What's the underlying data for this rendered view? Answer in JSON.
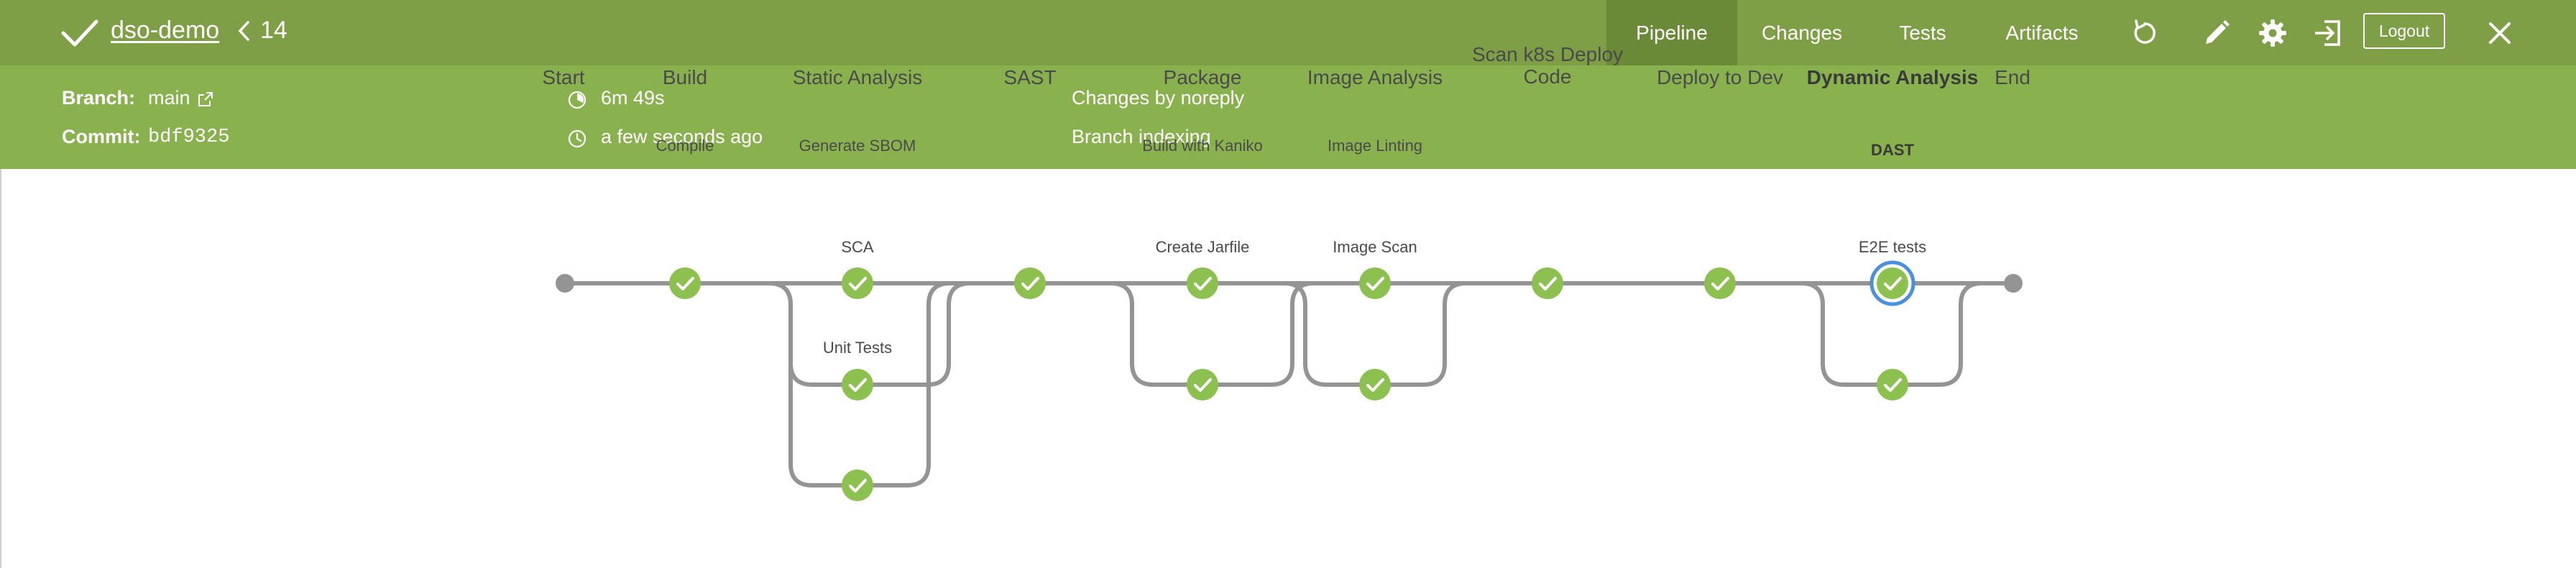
{
  "header": {
    "run_name": "dso-demo",
    "run_number": "14",
    "status": "success",
    "tabs": [
      {
        "label": "Pipeline",
        "active": true
      },
      {
        "label": "Changes",
        "active": false
      },
      {
        "label": "Tests",
        "active": false
      },
      {
        "label": "Artifacts",
        "active": false
      }
    ],
    "icons": [
      "replay-icon",
      "edit-icon",
      "gear-icon",
      "exit-icon",
      "close-icon"
    ],
    "logout_label": "Logout"
  },
  "info": {
    "branch_label": "Branch:",
    "branch_value": "main",
    "commit_label": "Commit:",
    "commit_value": "bdf9325",
    "duration": "6m 49s",
    "started": "a few seconds ago",
    "changes": "Changes by noreply",
    "cause": "Branch indexing"
  },
  "pipeline": {
    "stages": [
      {
        "title": "Start"
      },
      {
        "title": "Build"
      },
      {
        "title": "Static Analysis"
      },
      {
        "title": "SAST"
      },
      {
        "title": "Package"
      },
      {
        "title": "Image Analysis"
      },
      {
        "title": "Scan k8s Deploy Code"
      },
      {
        "title": "Deploy to Dev"
      },
      {
        "title": "Dynamic Analysis"
      },
      {
        "title": "End"
      }
    ],
    "steps": {
      "compile": "Compile",
      "generate_sbom": "Generate SBOM",
      "sca": "SCA",
      "unit_tests": "Unit Tests",
      "build_kaniko": "Build with Kaniko",
      "create_jarfile": "Create Jarfile",
      "image_linting": "Image Linting",
      "image_scan": "Image Scan",
      "dast": "DAST",
      "e2e_tests": "E2E tests"
    }
  },
  "colors": {
    "header_bg": "#7e9f45",
    "info_bg": "#89b24f",
    "success": "#8cc04f",
    "selected_ring": "#4a90e2",
    "connector": "#949494"
  }
}
